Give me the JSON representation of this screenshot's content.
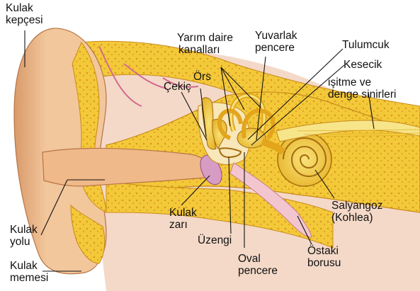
{
  "labels": {
    "auricle": [
      "Kulak",
      "kepçesi"
    ],
    "semicircular_canals": [
      "Yarım daire",
      "kanalları"
    ],
    "round_window": [
      "Yuvarlak",
      "pencere"
    ],
    "utricle": [
      "Tulumcuk"
    ],
    "saccule": [
      "Kesecik"
    ],
    "nerves": [
      "işitme ve",
      "denge sinirleri"
    ],
    "malleus": [
      "Çekiç"
    ],
    "incus": [
      "Örs"
    ],
    "ear_canal": [
      "Kulak",
      "yolu"
    ],
    "earlobe": [
      "Kulak",
      "memesi"
    ],
    "eardrum": [
      "Kulak",
      "zarı"
    ],
    "stapes": [
      "Üzengi"
    ],
    "oval_window": [
      "Oval",
      "pencere"
    ],
    "cochlea": [
      "Salyangoz",
      "(Kohlea)"
    ],
    "eustachian_tube": [
      "Östaki",
      "borusu"
    ]
  },
  "colors": {
    "skin": "#f2c79c",
    "skin_shadow": "#d99a6a",
    "bone": "#f3d34a",
    "bone_dark": "#d7a21c",
    "cartilage": "#fae27a",
    "flesh": "#f6c9b4",
    "vessel": "#d36a8e",
    "eardrum": "#d79cc4",
    "nerve": "#f7e58a"
  }
}
